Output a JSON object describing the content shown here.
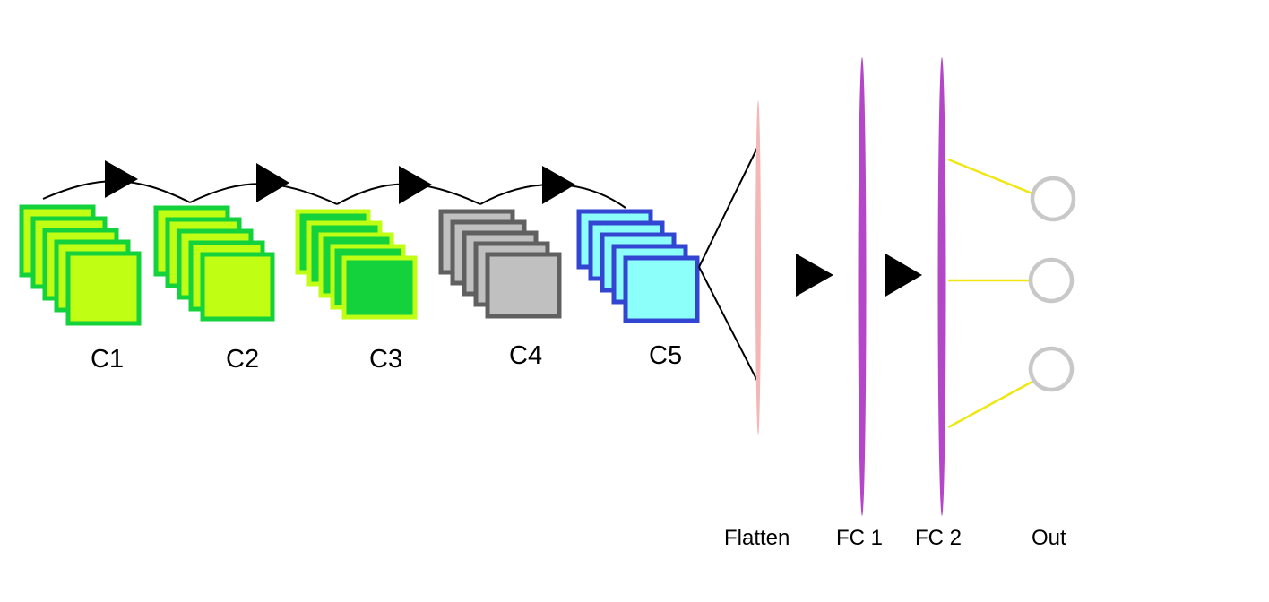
{
  "diagram": {
    "conv_blocks": [
      {
        "label": "C1",
        "fill": "#c0ff14",
        "stroke": "#14d23c",
        "front_fill": "#c0ff14",
        "front_stroke": "#14d23c"
      },
      {
        "label": "C2",
        "fill": "#c0ff14",
        "stroke": "#14d23c",
        "front_fill": "#c0ff14",
        "front_stroke": "#14d23c"
      },
      {
        "label": "C3",
        "fill": "#14d23c",
        "stroke": "#c0ff14",
        "front_fill": "#14d23c",
        "front_stroke": "#c0ff14"
      },
      {
        "label": "C4",
        "fill": "#c0c0c0",
        "stroke": "#606060",
        "front_fill": "#c0c0c0",
        "front_stroke": "#606060"
      },
      {
        "label": "C5",
        "fill": "#8cfffa",
        "stroke": "#3246d2",
        "front_fill": "#8cfffa",
        "front_stroke": "#3246d2"
      }
    ],
    "flatten": {
      "label": "Flatten",
      "color": "#f4b6b6"
    },
    "fc_layers": [
      {
        "label": "FC 1",
        "color": "#b446c8"
      },
      {
        "label": "FC 2",
        "color": "#b446c8"
      }
    ],
    "output": {
      "label": "Out",
      "node_count": 3,
      "node_color": "#c8c8c8",
      "connector_color": "#f0e614"
    },
    "arrow_color": "#000000"
  }
}
